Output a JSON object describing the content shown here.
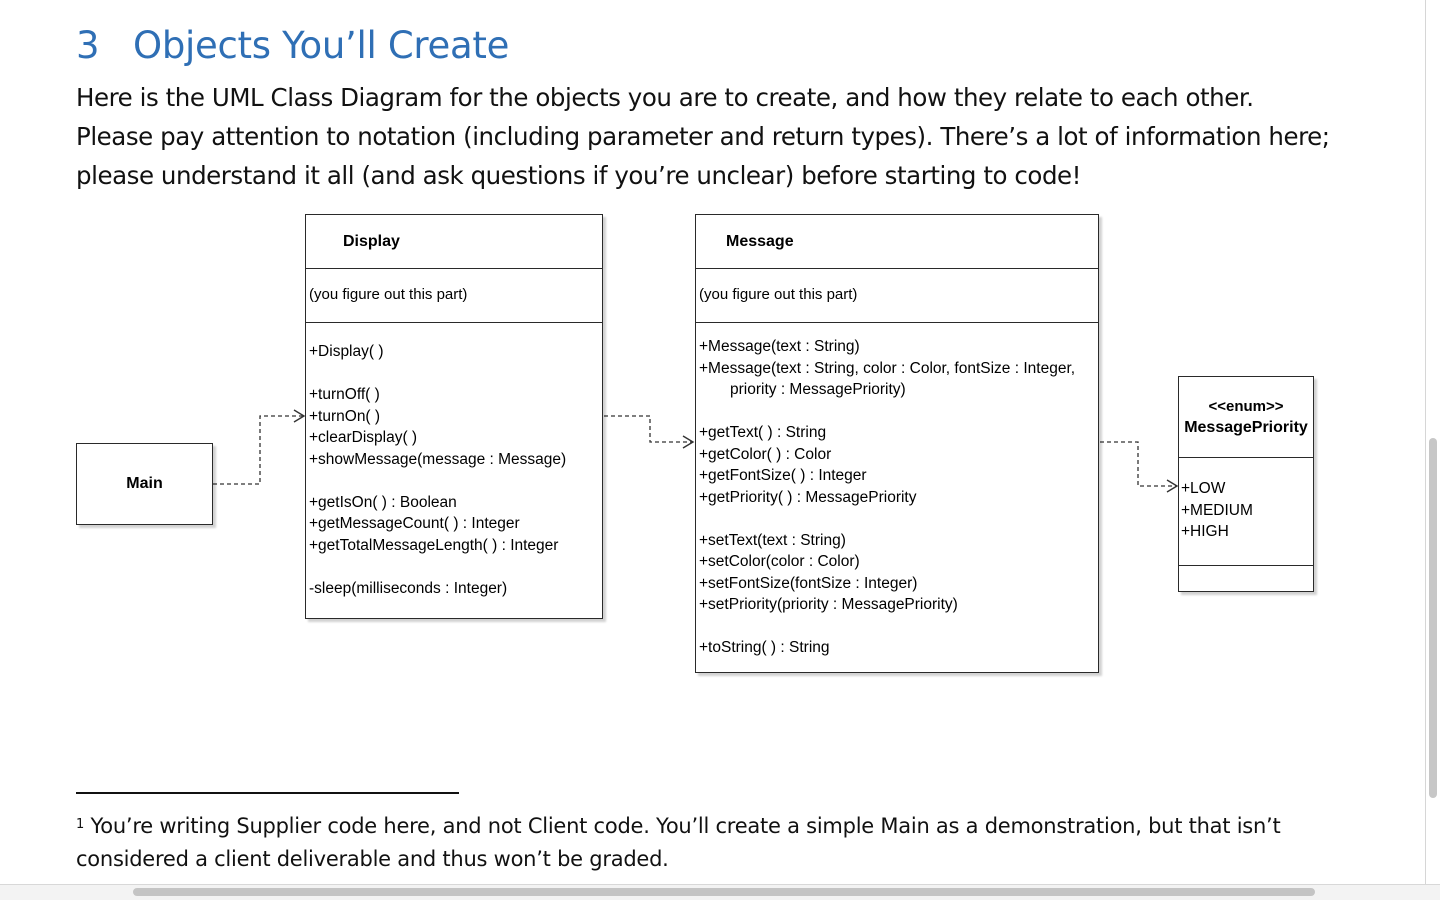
{
  "section": {
    "number": "3",
    "title": "Objects You’ll Create",
    "intro": "Here is the UML Class Diagram for the objects you are to create, and how they relate to each other.  Please pay attention to notation (including parameter and return types).  There’s a lot of information here; please understand it all (and ask questions if you’re unclear) before starting to code!"
  },
  "diagram": {
    "main": {
      "name": "Main"
    },
    "display": {
      "name": "Display",
      "attributes": "(you figure out this part)",
      "operations": [
        "+Display( )",
        "+turnOff( )",
        "+turnOn( )",
        "+clearDisplay( )",
        "+showMessage(message : Message)",
        "+getIsOn( ) : Boolean",
        "+getMessageCount( ) : Integer",
        "+getTotalMessageLength( ) : Integer",
        "-sleep(milliseconds : Integer)"
      ]
    },
    "message": {
      "name": "Message",
      "attributes": "(you figure out this part)",
      "operations": [
        "+Message(text : String)",
        "+Message(text : String, color : Color, fontSize : Integer,",
        "priority : MessagePriority)",
        "+getText( ) : String",
        "+getColor( ) : Color",
        "+getFontSize( ) : Integer",
        "+getPriority( ) : MessagePriority",
        "+setText(text : String)",
        "+setColor(color : Color)",
        "+setFontSize(fontSize : Integer)",
        "+setPriority(priority : MessagePriority)",
        "+toString( ) : String"
      ]
    },
    "priority": {
      "stereotype": "<<enum>>",
      "name": "MessagePriority",
      "literals": [
        "+LOW",
        "+MEDIUM",
        "+HIGH"
      ]
    }
  },
  "footnote": {
    "marker": "1",
    "text": "You’re writing Supplier code here, and not Client code.  You’ll create a simple Main as a demonstration, but that isn’t considered a client deliverable and thus won’t be graded."
  }
}
